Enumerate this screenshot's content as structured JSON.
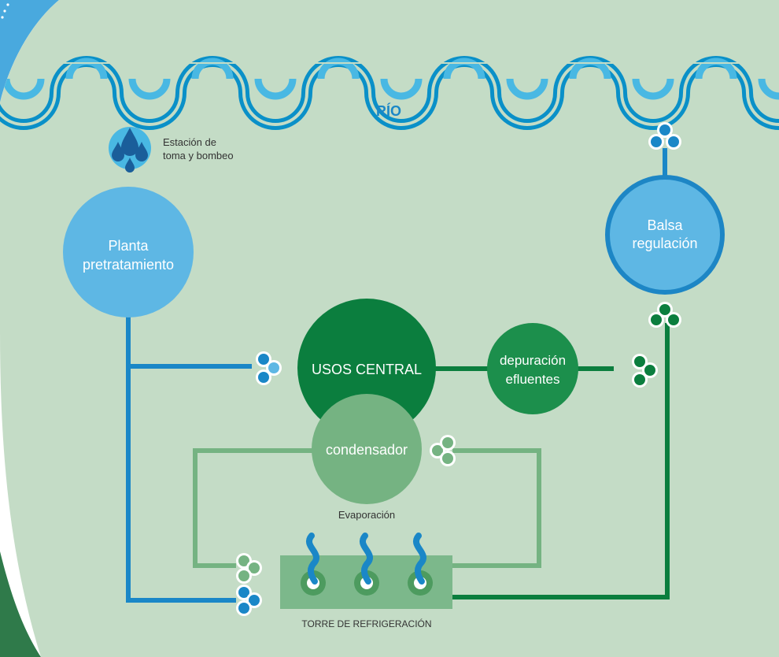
{
  "diagram": {
    "river_label": "RÍO",
    "pump_station_line1": "Estación de",
    "pump_station_line2": "toma y bombeo",
    "pretreatment_line1": "Planta",
    "pretreatment_line2": "pretratamiento",
    "regulation_line1": "Balsa",
    "regulation_line2": "regulación",
    "central_uses": "USOS CENTRAL",
    "effluent_line1": "depuración",
    "effluent_line2": "efluentes",
    "condenser": "condensador",
    "evaporation": "Evaporación",
    "cooling_tower": "TORRE DE REFRIGERACIÓN"
  },
  "colors": {
    "background": "#c4dcc6",
    "river_blue": "#0a90c8",
    "river_light": "#49b8e3",
    "circle_blue": "#5eb7e4",
    "circle_blue_dark": "#1d86c5",
    "pipe_blue": "#1a87c7",
    "dark_green": "#0b7e3e",
    "mid_green": "#1c8f4c",
    "light_green": "#75b382",
    "tower_green": "#7cb88b",
    "label_text": "#333333",
    "white": "#ffffff"
  }
}
